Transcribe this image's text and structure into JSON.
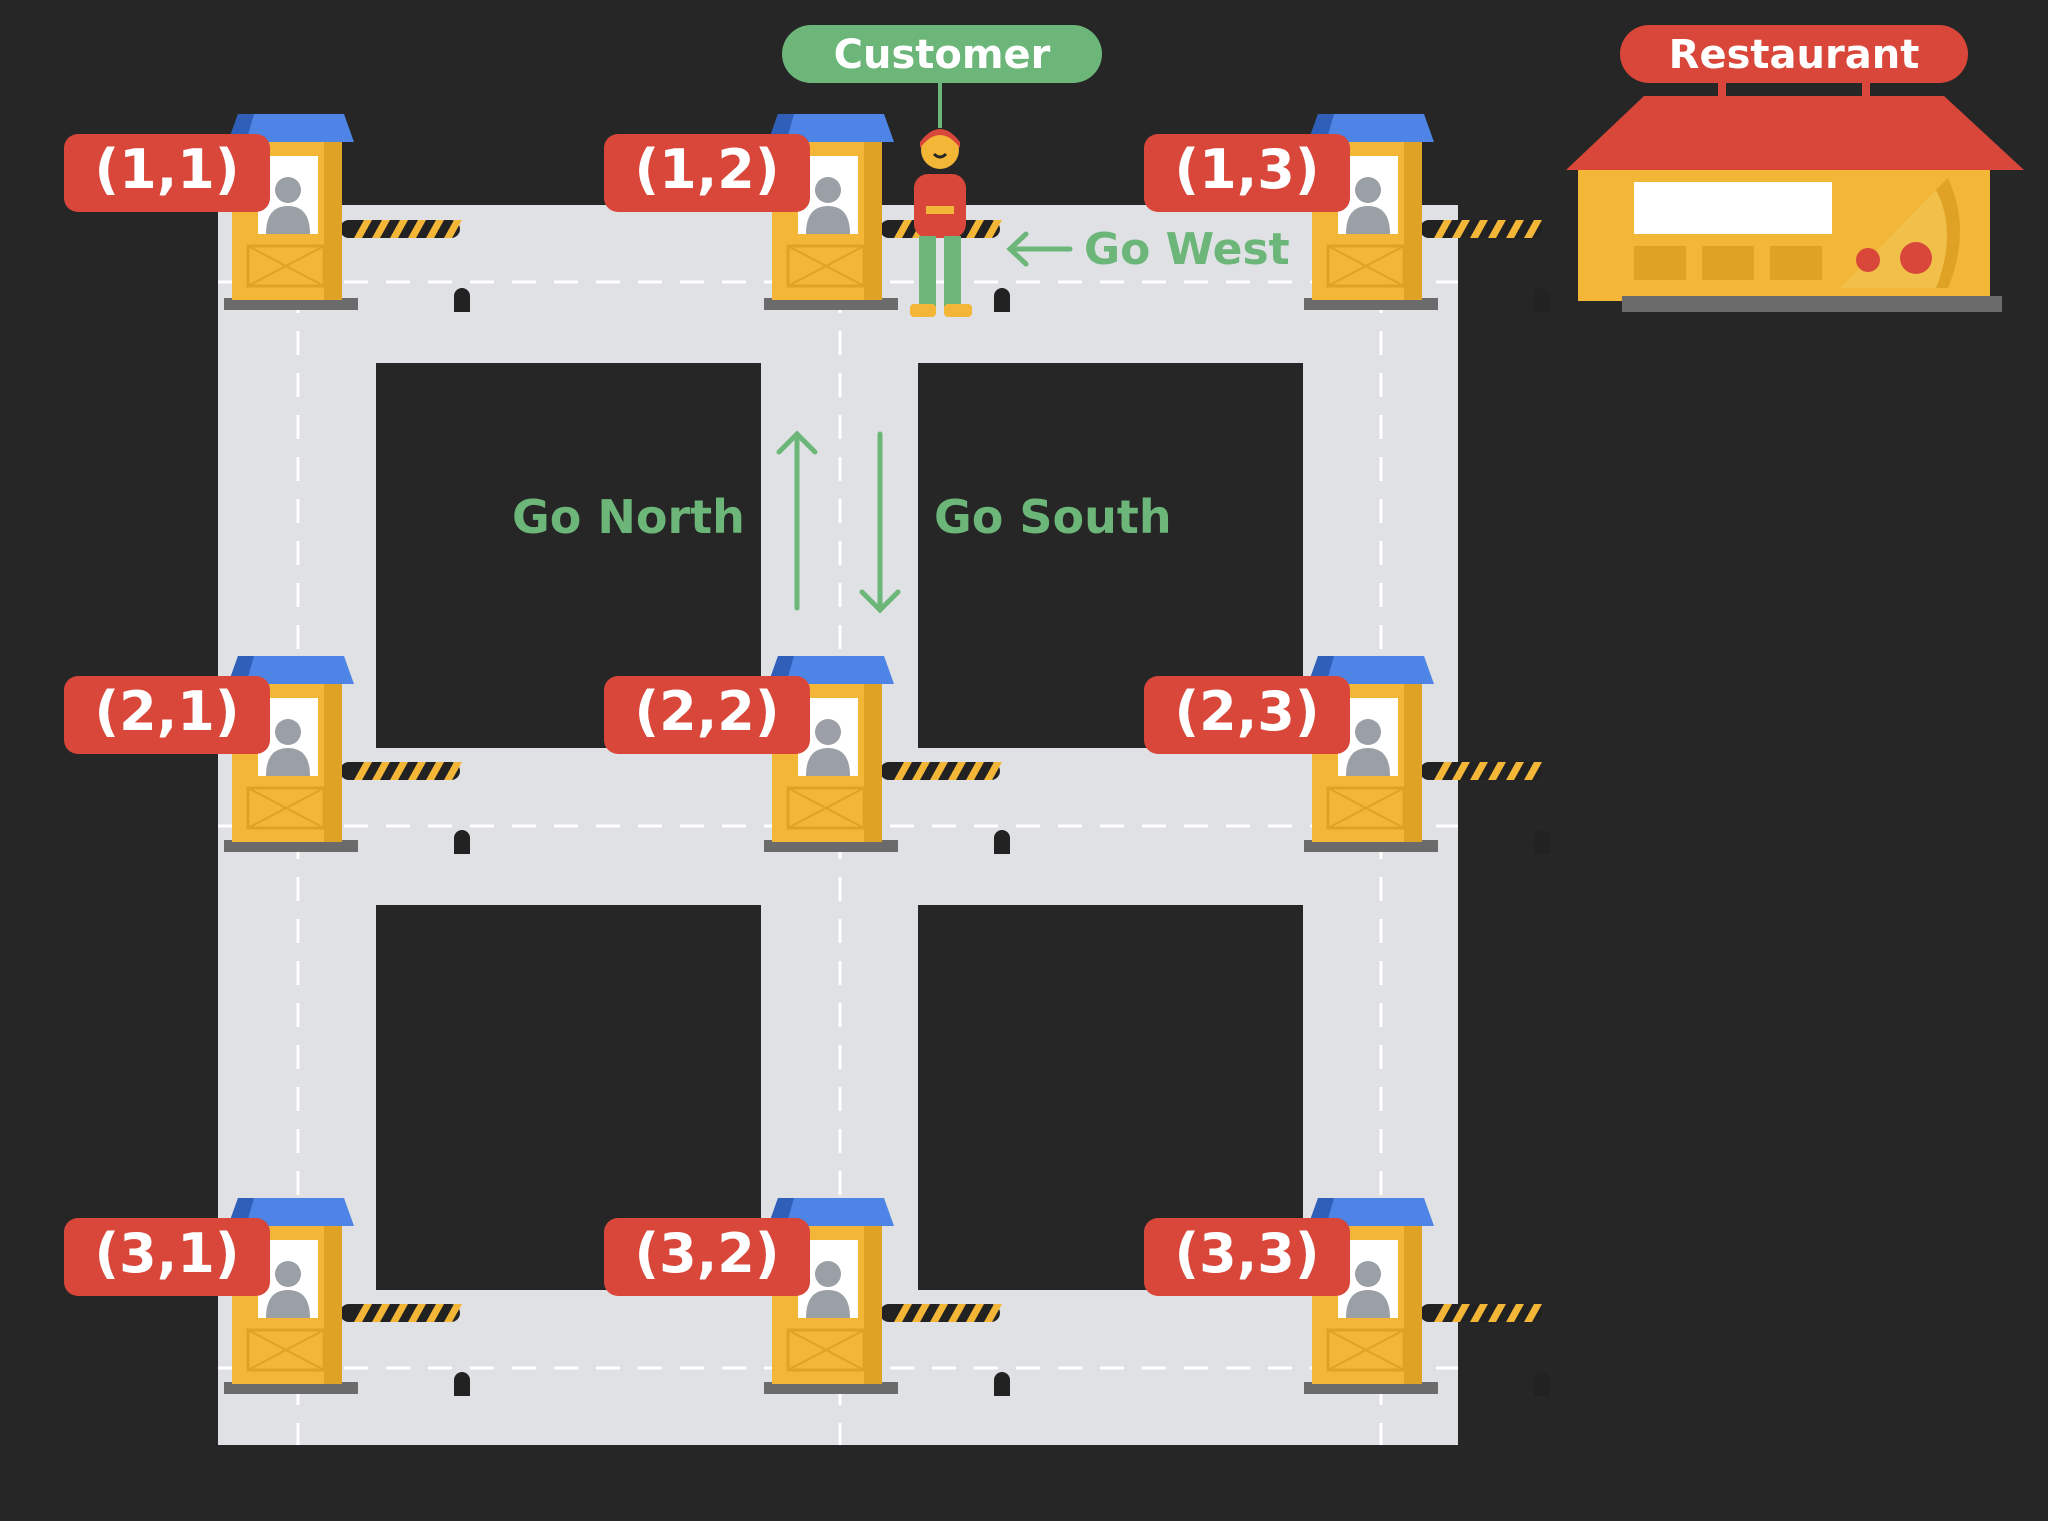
{
  "labels": {
    "customer": "Customer",
    "restaurant": "Restaurant",
    "go_west": "Go West",
    "go_north": "Go North",
    "go_south": "Go South"
  },
  "booths": [
    {
      "label": "(1,1)"
    },
    {
      "label": "(1,2)"
    },
    {
      "label": "(1,3)"
    },
    {
      "label": "(2,1)"
    },
    {
      "label": "(2,2)"
    },
    {
      "label": "(2,3)"
    },
    {
      "label": "(3,1)"
    },
    {
      "label": "(3,2)"
    },
    {
      "label": "(3,3)"
    }
  ],
  "colors": {
    "background": "#262626",
    "road": "#e0e1e4",
    "label_red": "#d9473a",
    "direction_green": "#6bb678",
    "booth_yellow": "#f3b637",
    "booth_roof_blue": "#4d84e5",
    "barrier_black": "#222222"
  },
  "icons": [
    "toll-booth-icon",
    "toll-operator-icon",
    "barrier-gate-icon",
    "customer-person-icon",
    "restaurant-building-icon",
    "pizza-icon",
    "arrow-left-icon",
    "arrow-up-icon",
    "arrow-down-icon"
  ]
}
